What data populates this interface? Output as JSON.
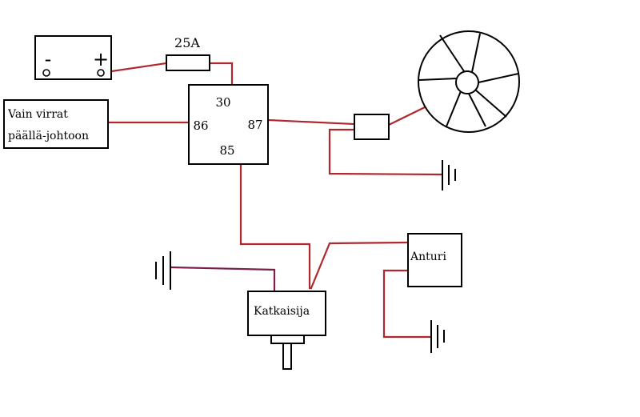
{
  "colors": {
    "wire": "#b0282e",
    "wire_ground": "#7a1f4a",
    "outline": "#000000",
    "background": "#ffffff"
  },
  "battery": {
    "minus": "-",
    "plus": "+"
  },
  "fuse": {
    "label": "25A"
  },
  "relay": {
    "pin_30": "30",
    "pin_86": "86",
    "pin_87": "87",
    "pin_85": "85"
  },
  "ignition_box": {
    "line1": "Vain virrat",
    "line2": "päällä-johtoon"
  },
  "sensor": {
    "label": "Anturi"
  },
  "switch": {
    "label": "Katkaisija"
  },
  "icons": [
    "battery-icon",
    "fan-icon",
    "ground-icon",
    "fuse-icon",
    "relay-icon",
    "connector-icon"
  ]
}
